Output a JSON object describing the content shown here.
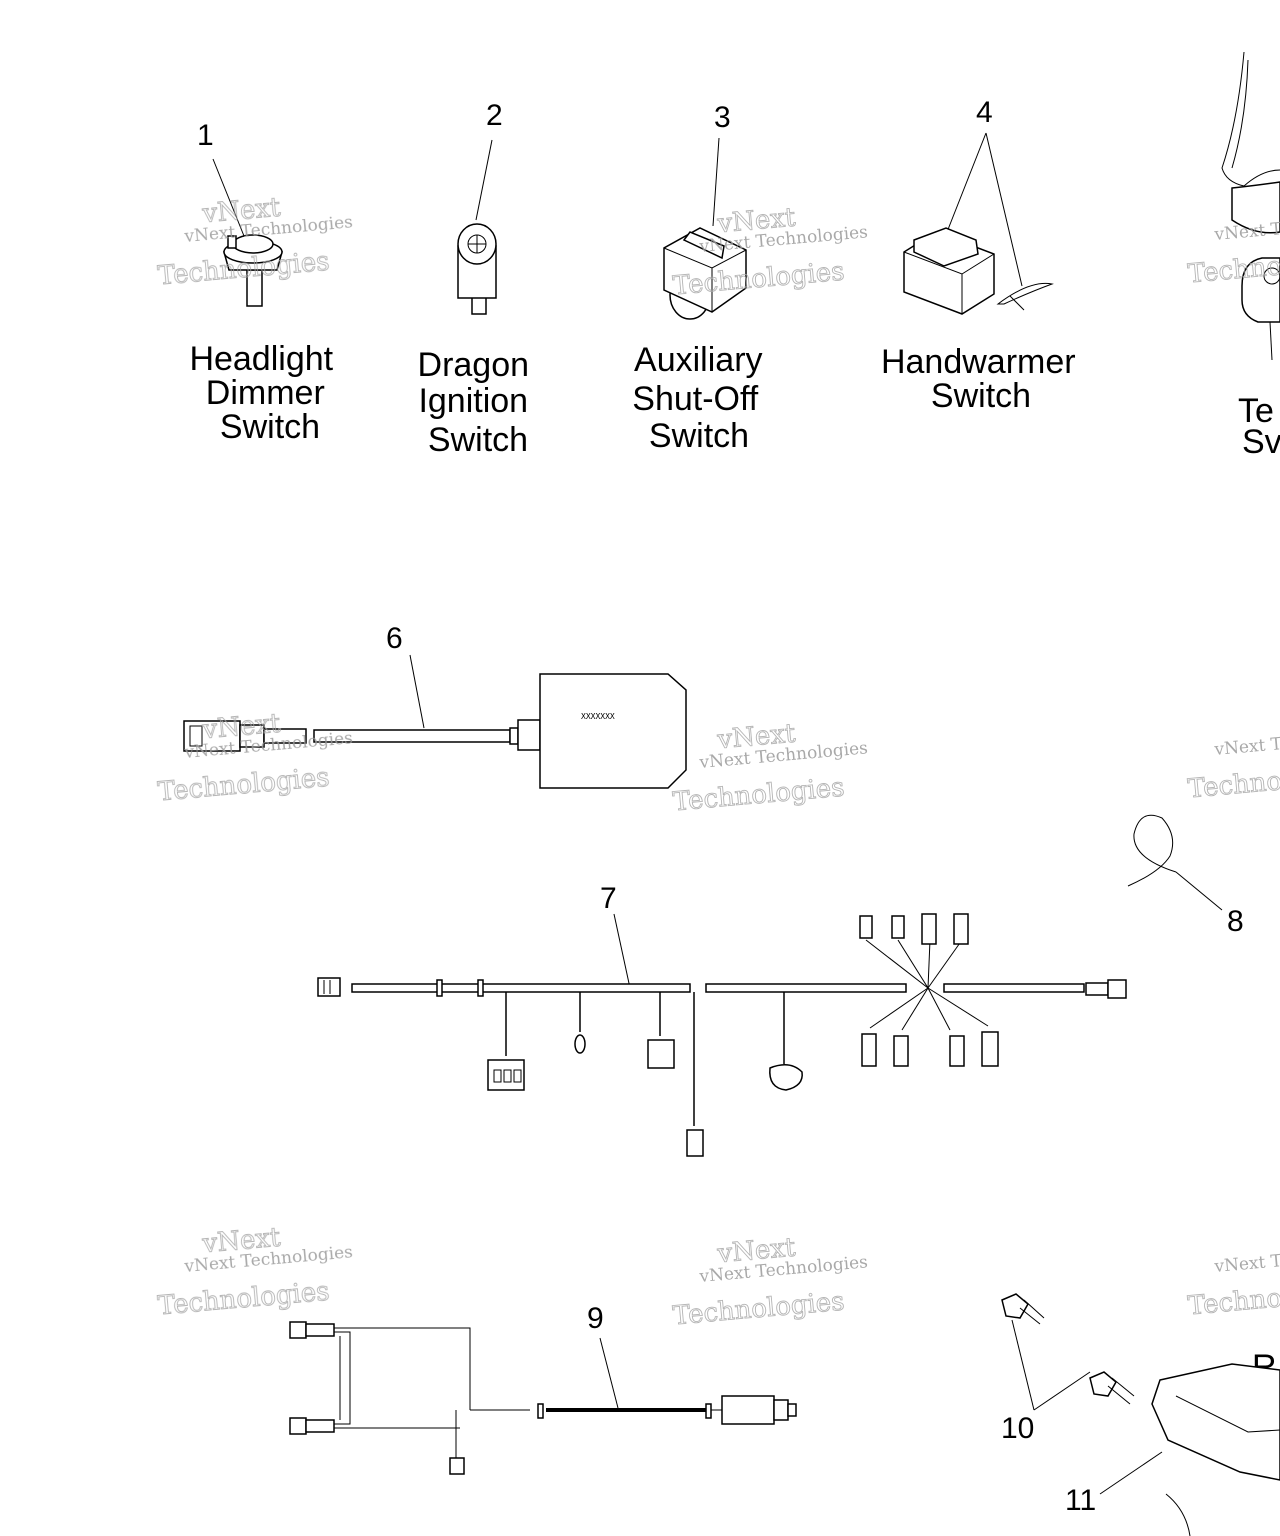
{
  "callouts": {
    "c1": "1",
    "c2": "2",
    "c3": "3",
    "c4": "4",
    "c6": "6",
    "c7": "7",
    "c8": "8",
    "c9": "9",
    "c10": "10",
    "c11": "11"
  },
  "parts": {
    "headlight_dimmer": [
      "Headlight",
      "Dimmer",
      "Switch"
    ],
    "dragon_ignition": [
      "Dragon",
      "Ignition",
      "Switch"
    ],
    "aux_shutoff": [
      "Auxiliary",
      "Shut-Off",
      "Switch"
    ],
    "handwarmer": [
      "Handwarmer",
      "Switch"
    ],
    "te_partial": [
      "Te",
      "Sv"
    ],
    "r_partial": "R"
  },
  "module_text": "XXXXXXX",
  "watermark": {
    "line1": "vNext Technologies",
    "line2": "vNext",
    "line3": "Technologies"
  }
}
